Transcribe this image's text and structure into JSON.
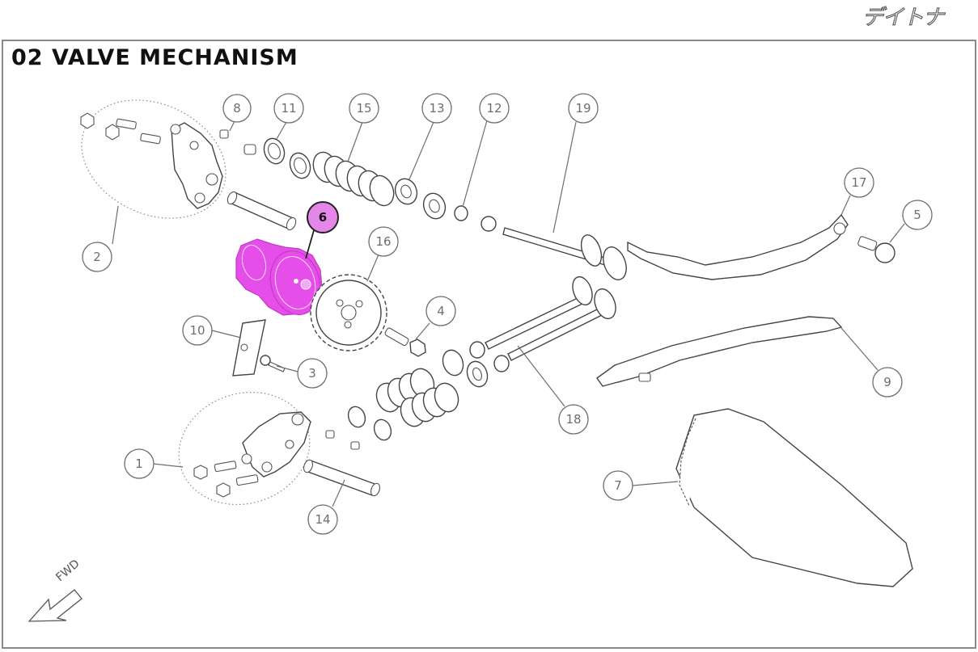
{
  "title": "02 VALVE MECHANISM",
  "logo_text": "デイトナ",
  "fwd_label": "FWD",
  "highlight_color": "#e54ee8",
  "callouts": [
    {
      "id": "c1",
      "label": "1"
    },
    {
      "id": "c2",
      "label": "2"
    },
    {
      "id": "c3",
      "label": "3"
    },
    {
      "id": "c4",
      "label": "4"
    },
    {
      "id": "c5",
      "label": "5"
    },
    {
      "id": "c6",
      "label": "6",
      "highlighted": true
    },
    {
      "id": "c7",
      "label": "7"
    },
    {
      "id": "c8",
      "label": "8"
    },
    {
      "id": "c9",
      "label": "9"
    },
    {
      "id": "c10",
      "label": "10"
    },
    {
      "id": "c11",
      "label": "11"
    },
    {
      "id": "c12",
      "label": "12"
    },
    {
      "id": "c13",
      "label": "13"
    },
    {
      "id": "c14",
      "label": "14"
    },
    {
      "id": "c15",
      "label": "15"
    },
    {
      "id": "c16",
      "label": "16"
    },
    {
      "id": "c17",
      "label": "17"
    },
    {
      "id": "c18",
      "label": "18"
    },
    {
      "id": "c19",
      "label": "19"
    }
  ]
}
